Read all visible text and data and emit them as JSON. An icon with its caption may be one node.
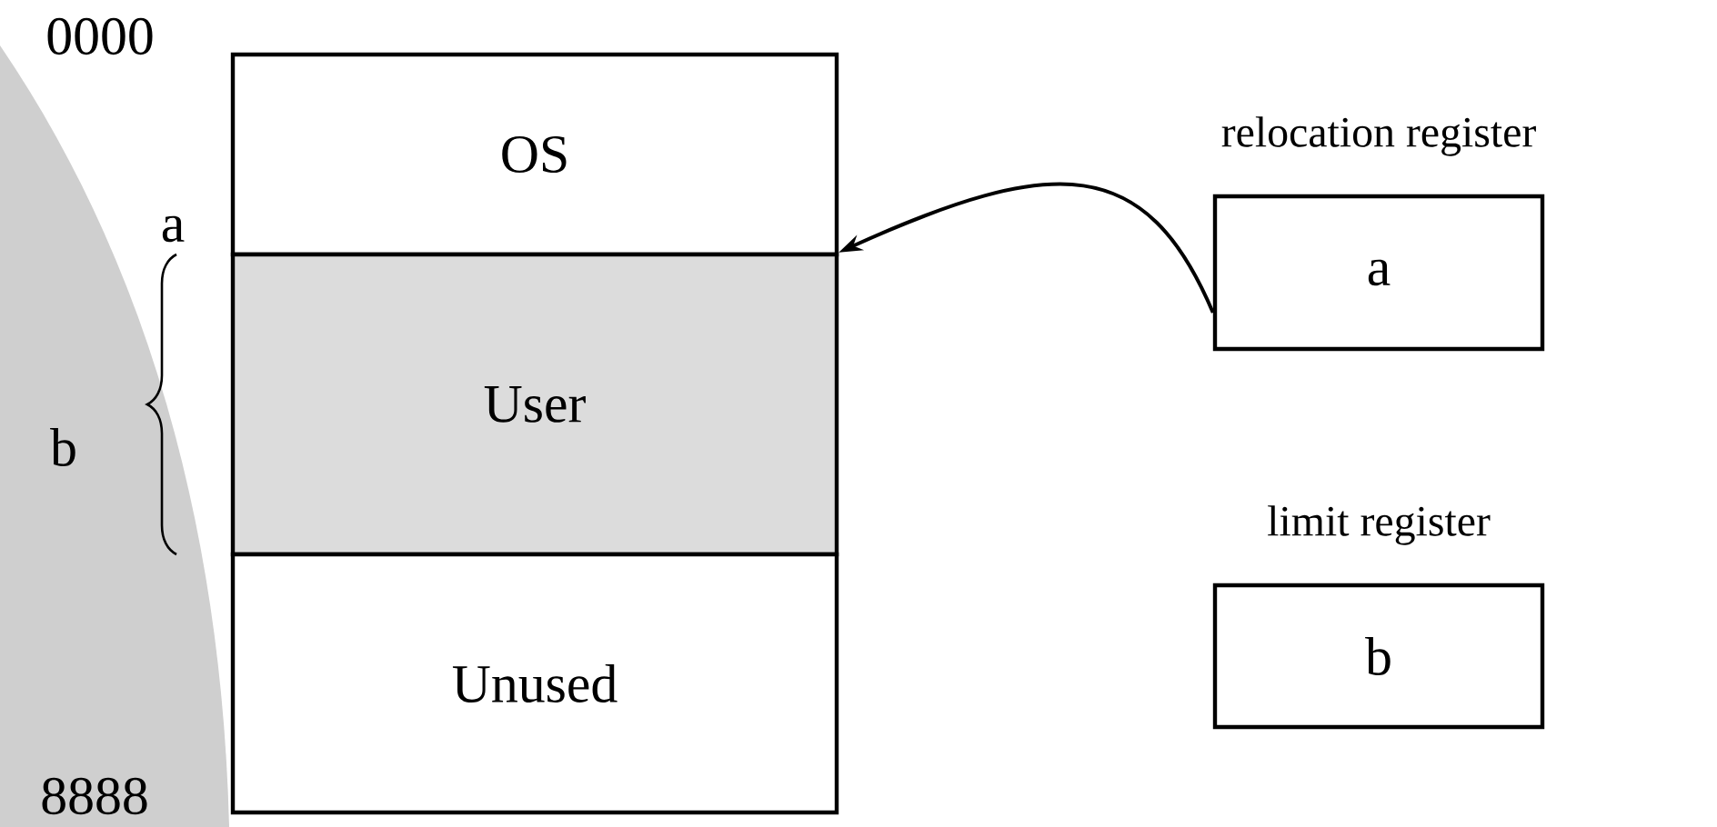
{
  "diagram": {
    "nodes": [
      {
        "text": [
          "OS"
        ]
      },
      {
        "text": [
          "User"
        ]
      },
      {
        "text": [
          "Unused"
        ]
      },
      {
        "text": [
          "relocation register",
          "a"
        ]
      },
      {
        "text": [
          "limit register",
          "b"
        ]
      }
    ],
    "edges": [
      {
        "from": 3,
        "to": 1,
        "arrow": "to"
      }
    ],
    "labels": [
      "0000",
      "a",
      "b",
      "8888"
    ]
  }
}
